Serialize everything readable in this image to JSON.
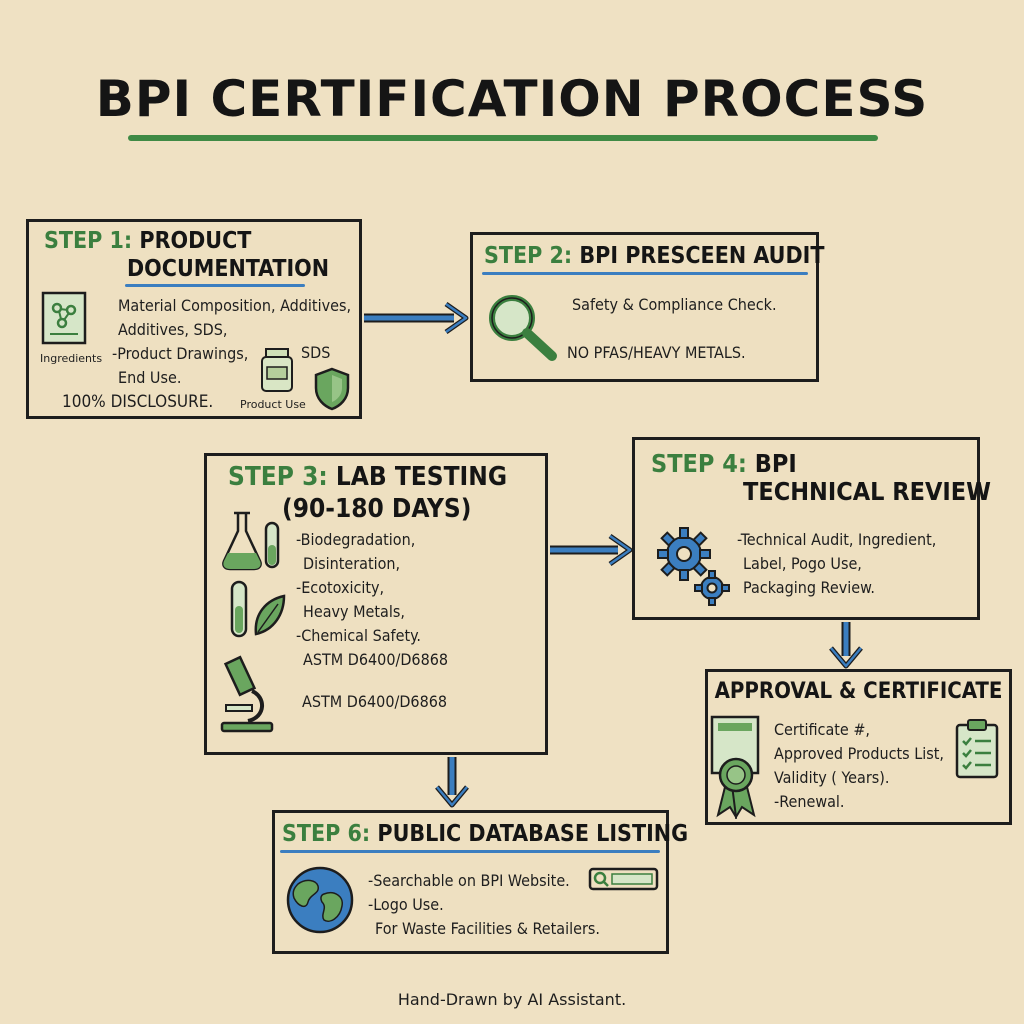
{
  "title": "BPI CERTIFICATION PROCESS",
  "step1": {
    "step": "STEP 1:",
    "title_line1": "PRODUCT",
    "title_line2": "DOCUMENTATION",
    "lines": [
      "Material Composition, Additives,",
      "Additives,  SDS,",
      "-Product Drawings,",
      "End Use."
    ],
    "disclosure": "100% DISCLOSURE.",
    "label_ingredients": "Ingredients",
    "label_sds": "SDS",
    "label_product_use": "Product Use"
  },
  "step2": {
    "step": "STEP 2:",
    "title": "BPI PRESCEEN AUDIT",
    "lines": [
      "Safety & Compliance Check.",
      "NO PFAS/HEAVY METALS."
    ]
  },
  "step3": {
    "step": "STEP 3:",
    "title_line1": "LAB TESTING",
    "title_line2": "(90-180 DAYS)",
    "lines": [
      "-Biodegradation,",
      "Disinteration,",
      "-Ecotoxicity,",
      "Heavy Metals,",
      "-Chemical Safety.",
      "ASTM D6400/D6868"
    ],
    "standard": "ASTM D6400/D6868"
  },
  "step4": {
    "step": "STEP 4:",
    "title_line1": "BPI",
    "title_line2": "TECHNICAL REVIEW",
    "lines": [
      "-Technical Audit, Ingredient,",
      "Label, Pogo Use,",
      "Packaging Review."
    ]
  },
  "approval": {
    "title": "APPROVAL & CERTIFICATE",
    "lines": [
      "Certificate #,",
      "Approved Products List,",
      "Validity ( Years).",
      "-Renewal."
    ]
  },
  "step6": {
    "step": "STEP 6:",
    "title": "PUBLIC DATABASE LISTING",
    "lines": [
      "-Searchable on BPI Website.",
      "-Logo Use.",
      "For Waste Facilities & Retailers."
    ]
  },
  "footer": "Hand-Drawn by AI Assistant.",
  "colors": {
    "green": "#3b7f3f",
    "blue": "#3b7ec0",
    "background": "#efe1c3",
    "ink": "#1d1d1d"
  }
}
